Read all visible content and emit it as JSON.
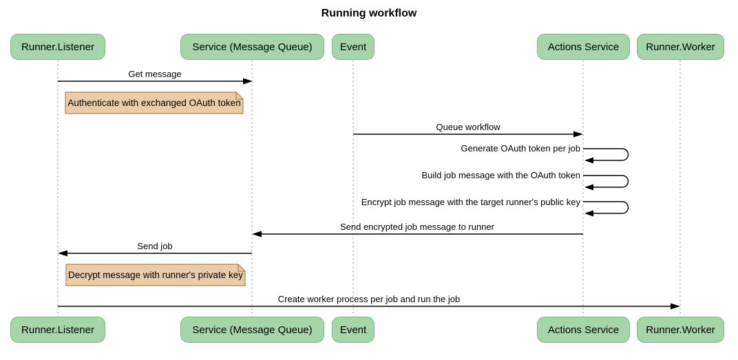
{
  "title": "Running workflow",
  "participants": [
    {
      "label": "Runner.Listener"
    },
    {
      "label": "Service (Message Queue)"
    },
    {
      "label": "Event"
    },
    {
      "label": "Actions Service"
    },
    {
      "label": "Runner.Worker"
    }
  ],
  "messages": [
    {
      "label": "Get message",
      "from": "Runner.Listener",
      "to": "Service (Message Queue)",
      "type": "solid"
    },
    {
      "label": "Queue workflow",
      "from": "Event",
      "to": "Actions Service",
      "type": "solid"
    },
    {
      "label": "Generate OAuth token per job",
      "from": "Actions Service",
      "to": "Actions Service",
      "type": "self"
    },
    {
      "label": "Build job message with the OAuth token",
      "from": "Actions Service",
      "to": "Actions Service",
      "type": "self"
    },
    {
      "label": "Encrypt job message with the target runner's public key",
      "from": "Actions Service",
      "to": "Actions Service",
      "type": "self"
    },
    {
      "label": "Send encrypted job message to runner",
      "from": "Actions Service",
      "to": "Service (Message Queue)",
      "type": "solid"
    },
    {
      "label": "Send job",
      "from": "Service (Message Queue)",
      "to": "Runner.Listener",
      "type": "solid"
    },
    {
      "label": "Create worker process per job and run the job",
      "from": "Runner.Listener",
      "to": "Runner.Worker",
      "type": "solid"
    }
  ],
  "notes": [
    {
      "text": "Authenticate with exchanged OAuth token",
      "over": "Runner.Listener, Service (Message Queue)"
    },
    {
      "text": "Decrypt message with runner's private key",
      "over": "Runner.Listener, Service (Message Queue)"
    }
  ],
  "colors": {
    "background": "#FFFFFF",
    "text": "#000000",
    "actor_fill": "#A6D5A9",
    "actor_border": "#85B28A",
    "note_fill": "#EACDA8",
    "note_border": "#AA8439",
    "lifeline": "#AAAAAA",
    "arrow": "#000000"
  }
}
